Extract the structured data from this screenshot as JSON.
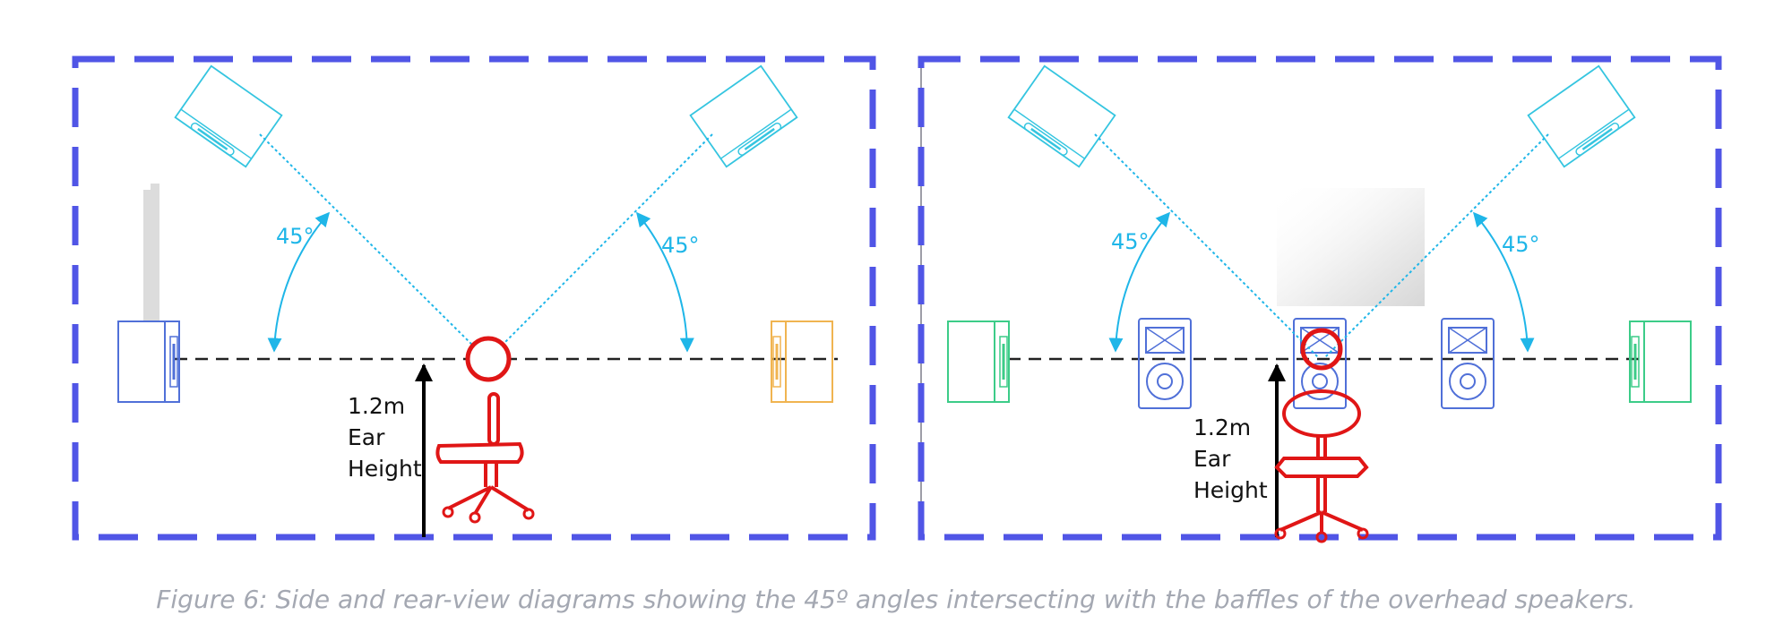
{
  "side_view": {
    "angle_left": "45°",
    "angle_right": "45°",
    "ear_height_lines": [
      "1.2m",
      "Ear",
      "Height"
    ]
  },
  "rear_view": {
    "angle_left": "45°",
    "angle_right": "45°",
    "ear_height_lines": [
      "1.2m",
      "Ear",
      "Height"
    ]
  },
  "caption": "Figure 6: Side and rear-view diagrams showing the 45º angles intersecting with the baffles of the overhead speakers.",
  "colors": {
    "room_border": "#5055e6",
    "overhead_speaker": "#35c5e0",
    "angle_lines": "#1fb6e8",
    "listener": "#e01616",
    "blue_speaker": "#5070d8",
    "green_speaker": "#3ccc88",
    "orange_speaker": "#f0b450",
    "ear_line": "#222222"
  }
}
